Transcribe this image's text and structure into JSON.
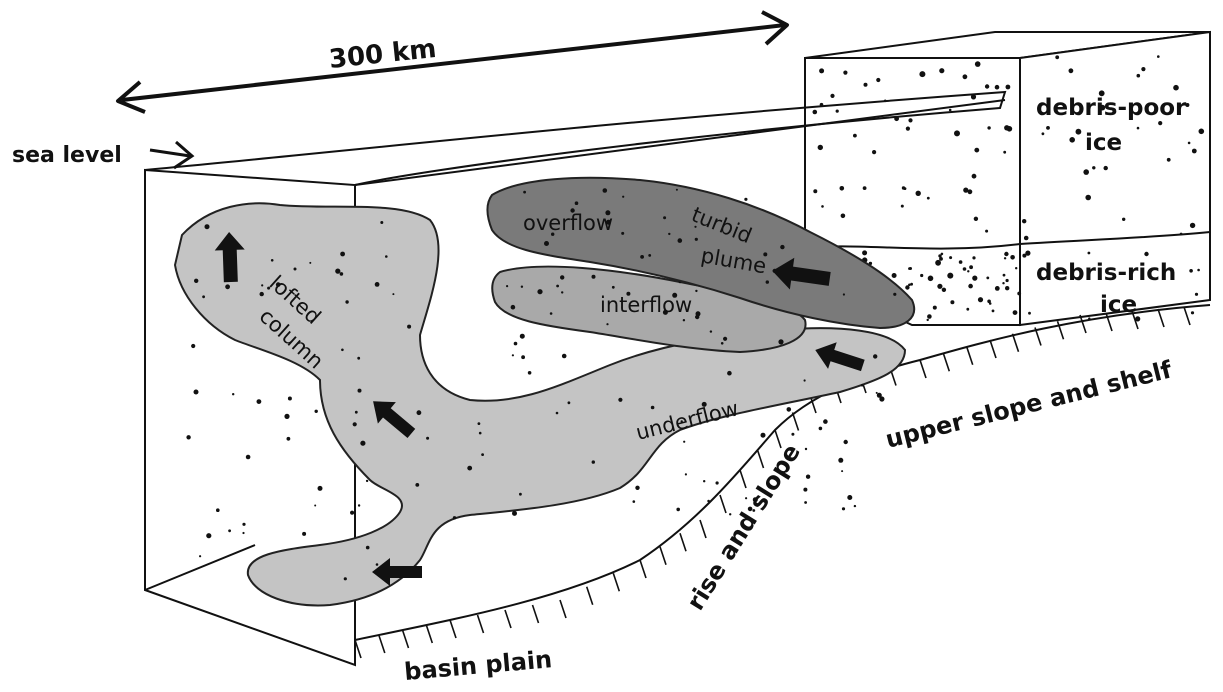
{
  "scale": {
    "label": "300 km"
  },
  "sea_level": {
    "label": "sea level"
  },
  "ice": {
    "upper_label_line1": "debris-poor",
    "upper_label_line2": "ice",
    "lower_label_line1": "debris-rich",
    "lower_label_line2": "ice"
  },
  "plumes": {
    "overflow": "overflow",
    "turbid_line1": "turbid",
    "turbid_line2": "plume",
    "interflow": "interflow",
    "lofted_line1": "lofted",
    "lofted_line2": "column",
    "underflow": "underflow"
  },
  "seafloor": {
    "upper": "upper slope and shelf",
    "middle": "rise and slope",
    "lower": "basin plain"
  },
  "colors": {
    "light_plume": "#c4c4c4",
    "dark_plume": "#7a7a7a",
    "mid_plume": "#a9a9a9",
    "outline": "#111111"
  }
}
